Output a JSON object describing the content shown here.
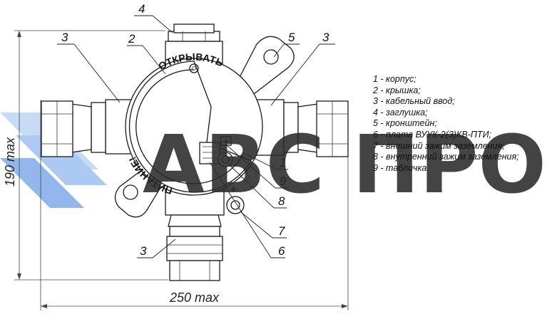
{
  "labels": {
    "callout_4": "4",
    "callout_2": "2",
    "callout_3_left": "3",
    "callout_5": "5",
    "callout_3_right": "3",
    "callout_1": "1",
    "callout_9": "9",
    "callout_8": "8",
    "callout_7": "7",
    "callout_6": "6",
    "callout_3_bottom": "3",
    "cover_text_open": "ОТКРЫВАТЬ",
    "cover_text_power": "ПИТАНИЕ!",
    "width_dim": "250 max",
    "height_dim": "190 max",
    "watermark": "ABC ПРО"
  },
  "legend": [
    "1 - корпус;",
    "2 - крышка;",
    "3 - кабельный ввод;",
    "4 - заглушка;",
    "5 - кронштейн;",
    "6 - плата ВУУК-2(3)КВ-ПТИ;",
    "7 - внешний зажим заземления;",
    "8 - внутренний зажим заземления;",
    "9 - табличка."
  ],
  "colors": {
    "watermark_blue": "#8fb8ee",
    "watermark_dark": "#2b2b2b",
    "line": "#1a1a1a"
  }
}
